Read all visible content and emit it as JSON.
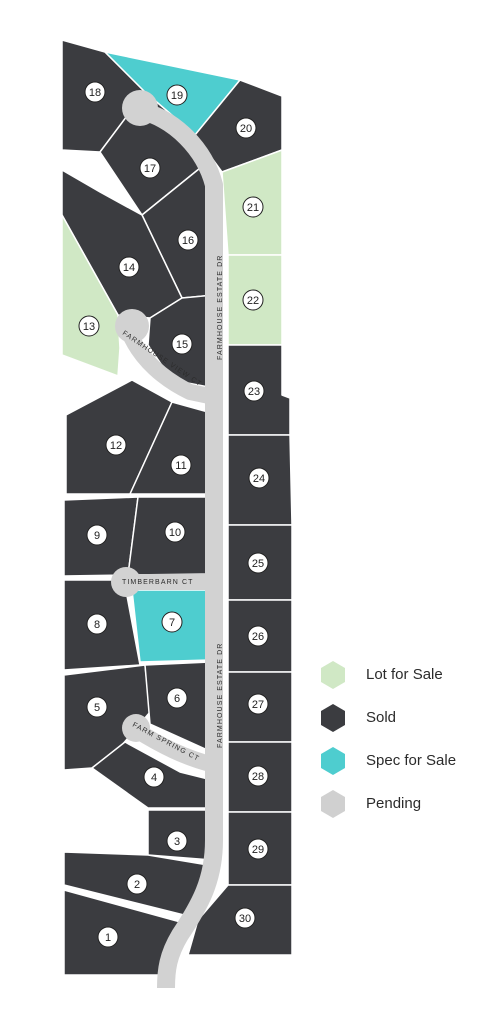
{
  "colors": {
    "sold": "#3b3c40",
    "lot_for_sale": "#d0e8c5",
    "spec_for_sale": "#4ecdcf",
    "pending": "#d0d0d0",
    "road": "#d2d2d2",
    "lot_stroke": "#ffffff",
    "label_circle": "#ffffff"
  },
  "streets": {
    "main_upper": "FARMHOUSE ESTATE DR",
    "main_lower": "FARMHOUSE ESTATE DR",
    "view_ct": "FARMHOUSE VIEW CT",
    "timberbarn_ct": "TIMBERBARN CT",
    "farm_spring_ct": "FARM SPRING CT"
  },
  "lots": [
    {
      "id": "1",
      "status": "sold"
    },
    {
      "id": "2",
      "status": "sold"
    },
    {
      "id": "3",
      "status": "sold"
    },
    {
      "id": "4",
      "status": "sold"
    },
    {
      "id": "5",
      "status": "sold"
    },
    {
      "id": "6",
      "status": "sold"
    },
    {
      "id": "7",
      "status": "spec_for_sale"
    },
    {
      "id": "8",
      "status": "sold"
    },
    {
      "id": "9",
      "status": "sold"
    },
    {
      "id": "10",
      "status": "sold"
    },
    {
      "id": "11",
      "status": "sold"
    },
    {
      "id": "12",
      "status": "sold"
    },
    {
      "id": "13",
      "status": "lot_for_sale"
    },
    {
      "id": "14",
      "status": "sold"
    },
    {
      "id": "15",
      "status": "sold"
    },
    {
      "id": "16",
      "status": "sold"
    },
    {
      "id": "17",
      "status": "sold"
    },
    {
      "id": "18",
      "status": "sold"
    },
    {
      "id": "19",
      "status": "spec_for_sale"
    },
    {
      "id": "20",
      "status": "sold"
    },
    {
      "id": "21",
      "status": "lot_for_sale"
    },
    {
      "id": "22",
      "status": "lot_for_sale"
    },
    {
      "id": "23",
      "status": "sold"
    },
    {
      "id": "24",
      "status": "sold"
    },
    {
      "id": "25",
      "status": "sold"
    },
    {
      "id": "26",
      "status": "sold"
    },
    {
      "id": "27",
      "status": "sold"
    },
    {
      "id": "28",
      "status": "sold"
    },
    {
      "id": "29",
      "status": "sold"
    },
    {
      "id": "30",
      "status": "sold"
    }
  ],
  "legend": [
    {
      "key": "lot_for_sale",
      "label": "Lot for Sale"
    },
    {
      "key": "sold",
      "label": "Sold"
    },
    {
      "key": "spec_for_sale",
      "label": "Spec for Sale"
    },
    {
      "key": "pending",
      "label": "Pending"
    }
  ]
}
